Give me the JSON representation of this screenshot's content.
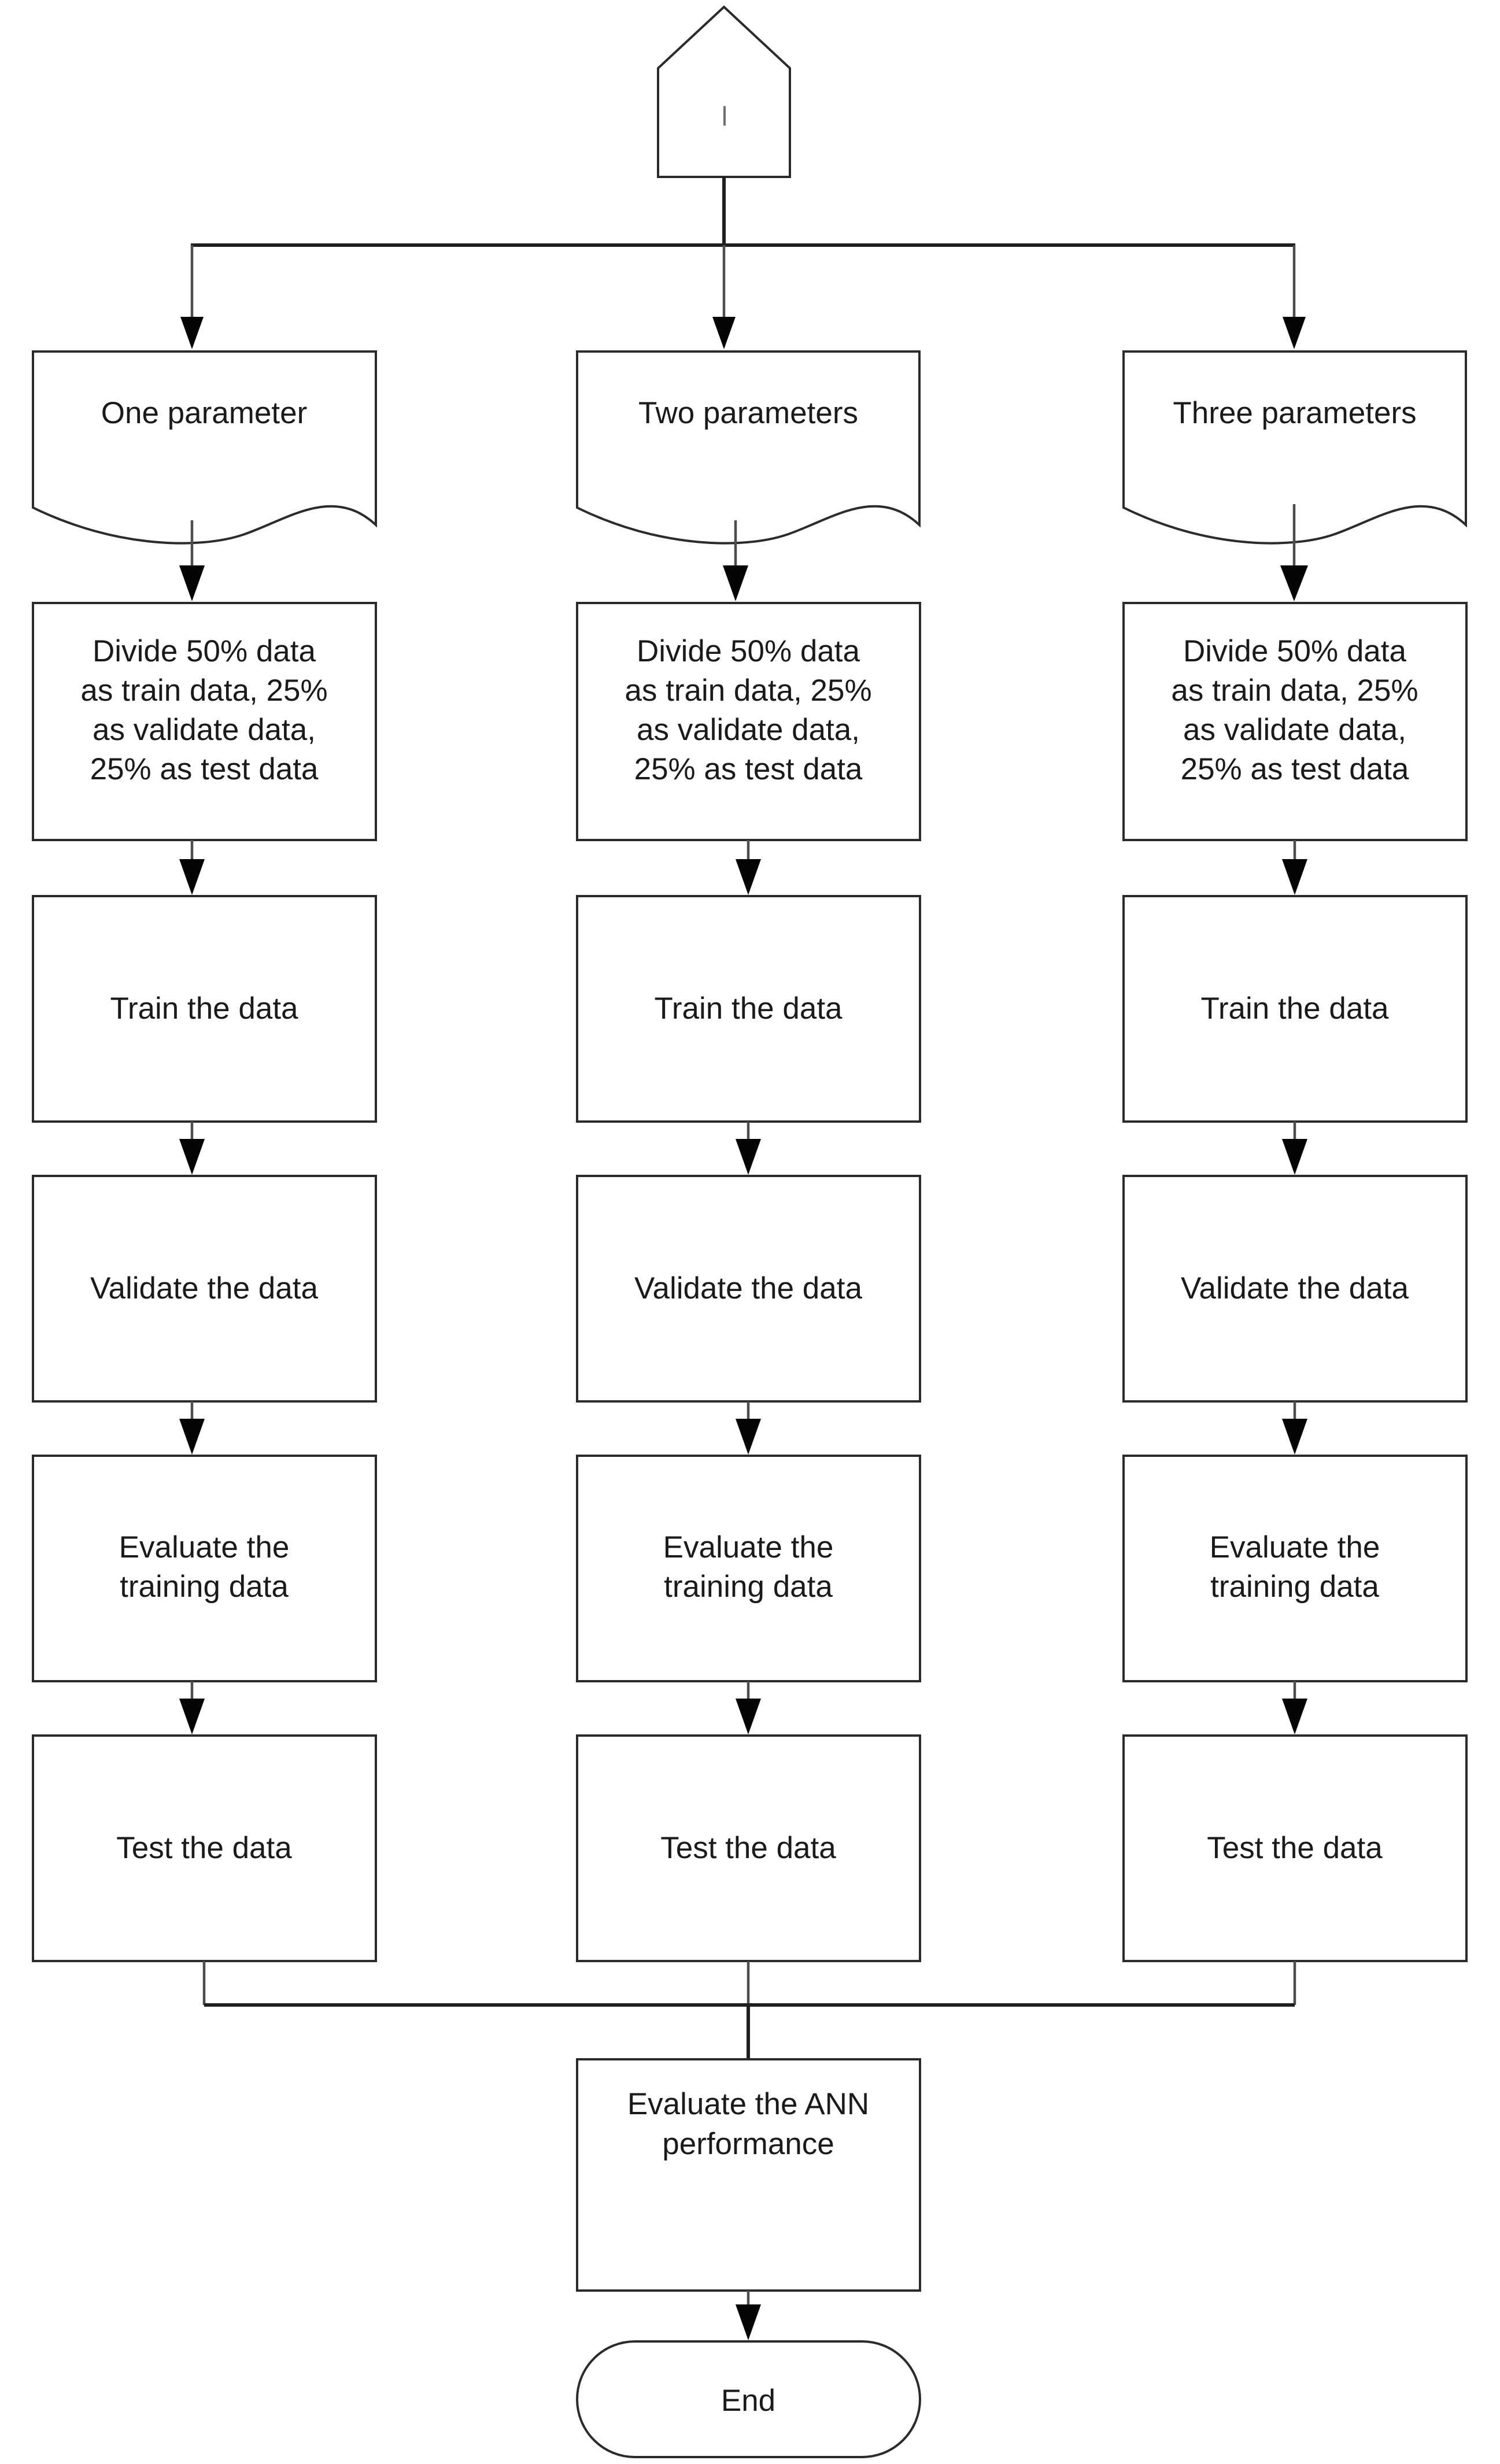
{
  "diagram": {
    "title": "ANN parameter study flowchart",
    "background_color": "#ffffff",
    "stroke_color": "#4d4d4d",
    "text_color": "#1a1a1a"
  },
  "start": {
    "shape": "pentagon-home",
    "label": "l"
  },
  "branches": [
    {
      "id": "one",
      "input": {
        "shape": "document",
        "label": "One parameter"
      },
      "steps": [
        {
          "shape": "process",
          "lines": [
            "Divide 50% data",
            "as train data, 25%",
            "as validate data,",
            "25% as test data"
          ]
        },
        {
          "shape": "process",
          "lines": [
            "Train the data"
          ]
        },
        {
          "shape": "process",
          "lines": [
            "Validate the data"
          ]
        },
        {
          "shape": "process",
          "lines": [
            "Evaluate the",
            "training data"
          ]
        },
        {
          "shape": "process",
          "lines": [
            "Test the data"
          ]
        }
      ]
    },
    {
      "id": "two",
      "input": {
        "shape": "document",
        "label": "Two parameters"
      },
      "steps": [
        {
          "shape": "process",
          "lines": [
            "Divide 50% data",
            "as train data, 25%",
            "as validate data,",
            "25% as test data"
          ]
        },
        {
          "shape": "process",
          "lines": [
            "Train the data"
          ]
        },
        {
          "shape": "process",
          "lines": [
            "Validate the data"
          ]
        },
        {
          "shape": "process",
          "lines": [
            "Evaluate the",
            "training data"
          ]
        },
        {
          "shape": "process",
          "lines": [
            "Test the data"
          ]
        }
      ]
    },
    {
      "id": "three",
      "input": {
        "shape": "document",
        "label": "Three parameters"
      },
      "steps": [
        {
          "shape": "process",
          "lines": [
            "Divide 50% data",
            "as train data, 25%",
            "as validate data,",
            "25% as test data"
          ]
        },
        {
          "shape": "process",
          "lines": [
            "Train the data"
          ]
        },
        {
          "shape": "process",
          "lines": [
            "Validate the data"
          ]
        },
        {
          "shape": "process",
          "lines": [
            "Evaluate the",
            "training data"
          ]
        },
        {
          "shape": "process",
          "lines": [
            "Test the data"
          ]
        }
      ]
    }
  ],
  "merge": {
    "shape": "process",
    "lines": [
      "Evaluate the ANN",
      "performance"
    ]
  },
  "end": {
    "shape": "terminator",
    "label": "End"
  }
}
